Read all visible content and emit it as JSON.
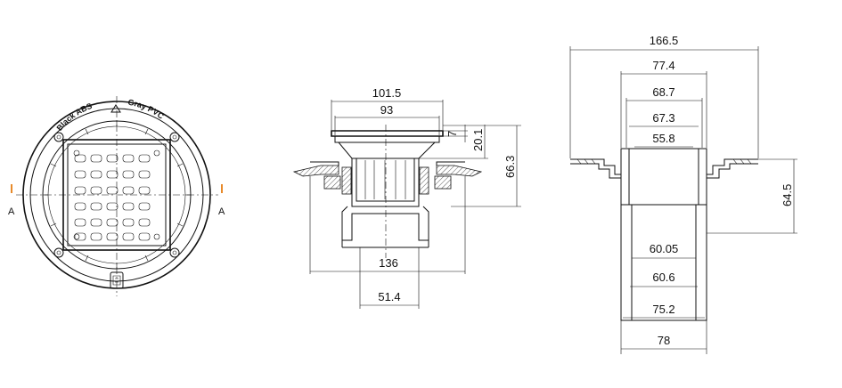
{
  "top_view": {
    "rim_text": "Black ABS",
    "rim_text_2": "Gray PVC",
    "section_left": "A",
    "section_right": "A",
    "colors": {
      "section_marker": "#e88a2a"
    }
  },
  "side_view": {
    "dims": {
      "d1015": "101.5",
      "d93": "93",
      "d7": "7",
      "d201": "20.1",
      "d663": "66.3",
      "d136": "136",
      "d514": "51.4"
    }
  },
  "section_view": {
    "dims": {
      "d1665": "166.5",
      "d774": "77.4",
      "d687": "68.7",
      "d673": "67.3",
      "d558": "55.8",
      "d645": "64.5",
      "d6005": "60.05",
      "d606": "60.6",
      "d752": "75.2",
      "d78": "78"
    }
  }
}
